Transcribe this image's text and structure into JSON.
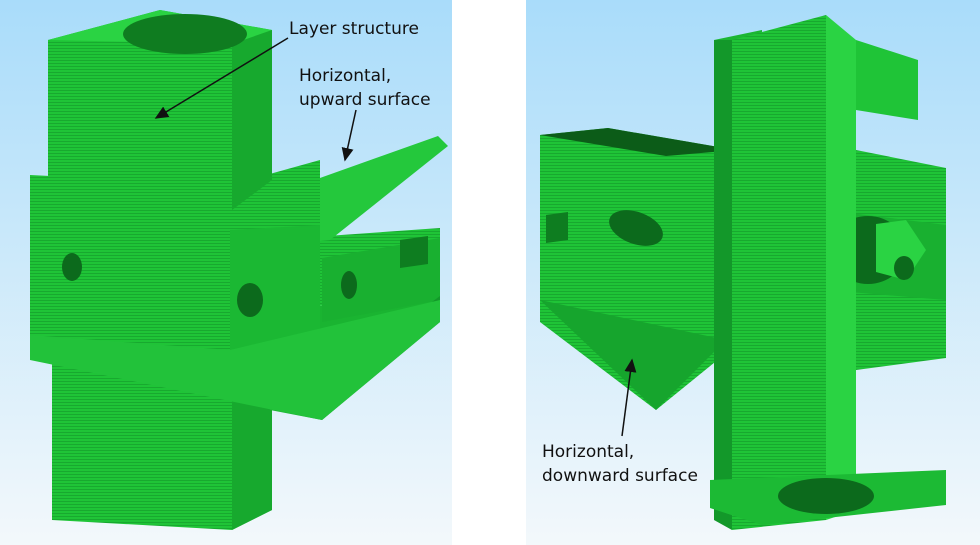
{
  "left_panel": {
    "label_layer": "Layer structure",
    "label_up_line1": "Horizontal,",
    "label_up_line2": "upward surface"
  },
  "right_panel": {
    "label_down_line1": "Horizontal,",
    "label_down_line2": "downward surface"
  },
  "colors": {
    "part_green": "#1fc437",
    "part_dark": "#0e8a22",
    "part_light": "#39dd4e",
    "bg_top": "#a9dcfa",
    "bg_bottom": "#f3f8fb"
  }
}
